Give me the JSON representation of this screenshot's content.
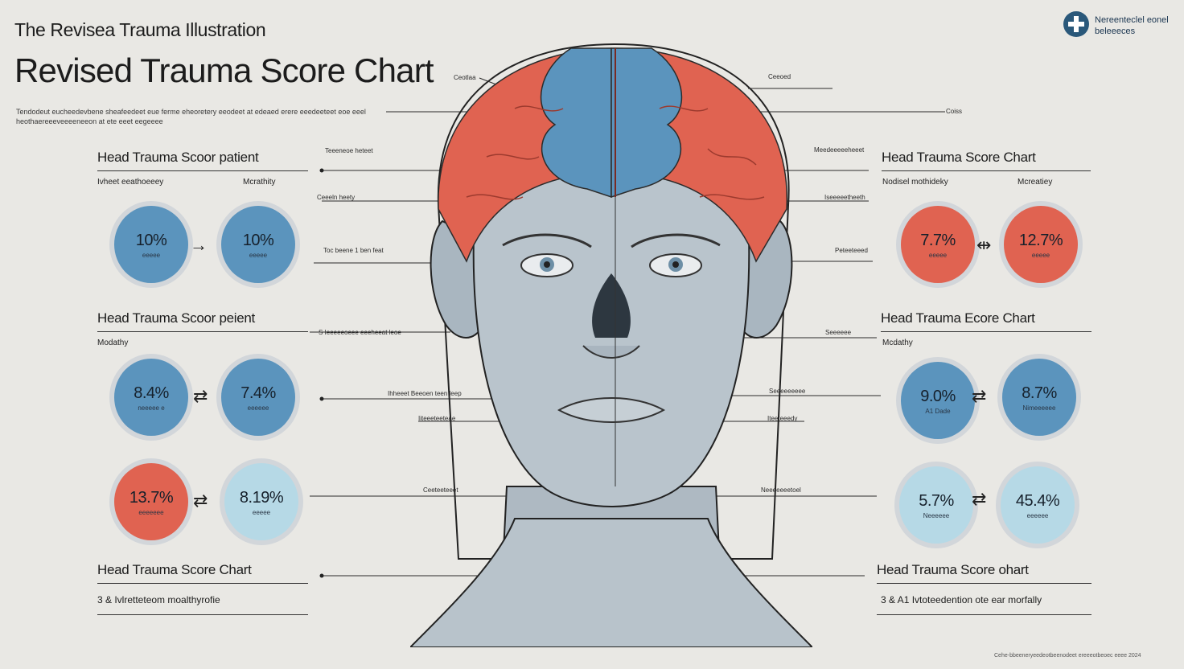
{
  "header": {
    "kicker": "The Revisea Trauma Illustration",
    "title": "Revised Trauma Score Chart",
    "intro": "Tendodeut eucheedevbene sheafeedeet eue ferme eheoretery eeodeet at edeaed erere eeedeeteet eoe eeel heothaereeeveeeeneeon at ete eeet eegeeee"
  },
  "org": {
    "name": "Nereenteclel eonel beleeeces"
  },
  "credit": "Cehe-bbeeneryeedeotbeenodeet ereeeotbeoec eeee 2024",
  "colors": {
    "blue": "#5b94bd",
    "red": "#e06351",
    "pale": "#b6d9e6",
    "skin": "#b9c4cc",
    "ink": "#1c1c1c"
  },
  "left": {
    "section1": {
      "title": "Head Trauma Scoor patient",
      "sub_left": "Ivheet eeathoeeey",
      "sub_right": "Mcrathity",
      "badges": [
        {
          "value": "10%",
          "caption": "eeeee",
          "color": "blue",
          "icon": "brain-icon"
        },
        {
          "value": "10%",
          "caption": "eeeee",
          "color": "blue",
          "icon": "brain-icon"
        }
      ],
      "arrow": "→"
    },
    "section2": {
      "title": "Head Trauma Scoor peient",
      "sub_left": "Modathy",
      "badges": [
        {
          "value": "8.4%",
          "caption": "neeeee e",
          "color": "blue",
          "icon": "brain-icon"
        },
        {
          "value": "7.4%",
          "caption": "eeeeee",
          "color": "blue",
          "icon": "brain-icon"
        }
      ],
      "arrow": "⇄"
    },
    "section3": {
      "badges": [
        {
          "value": "13.7%",
          "caption": "eeeeeee",
          "color": "red",
          "icon": "brain-icon"
        },
        {
          "value": "8.19%",
          "caption": "eeeee",
          "color": "pale",
          "icon": "brain-icon"
        }
      ],
      "arrow": "⇄"
    },
    "section4": {
      "title": "Head Trauma Score Chart",
      "note": "3 & Ivlretteteom moalthyrofie"
    }
  },
  "right": {
    "section1": {
      "title": "Head Trauma Score Chart",
      "sub_left": "Nodisel mothideky",
      "sub_right": "Mcreatiey",
      "badges": [
        {
          "value": "7.7%",
          "caption": "eeeee",
          "color": "red",
          "icon": "brain-icon"
        },
        {
          "value": "12.7%",
          "caption": "eeeee",
          "color": "red",
          "icon": "brain-icon"
        }
      ],
      "arrow": "⇹"
    },
    "section2": {
      "title": "Head Trauma Ecore Chart",
      "sub_left": "Mcdathy",
      "badges": [
        {
          "value": "9.0%",
          "caption": "A1 Dade",
          "color": "blue",
          "icon": "brain-icon"
        },
        {
          "value": "8.7%",
          "caption": "Nimeeeeee",
          "color": "blue",
          "icon": "brain-icon"
        }
      ],
      "arrow": "⇄"
    },
    "section3": {
      "badges": [
        {
          "value": "5.7%",
          "caption": "Neeeeee",
          "color": "pale",
          "icon": "brain-icon"
        },
        {
          "value": "45.4%",
          "caption": "eeeeee",
          "color": "pale",
          "icon": "brain-icon"
        }
      ],
      "arrow": "⇄"
    },
    "section4": {
      "title": "Head Trauma Score ohart",
      "note": "3 & A1 Ivtoteedention ote ear morfally"
    }
  },
  "annotations": {
    "top_left": "Ceotlaa",
    "top_right": "Ceeoed",
    "far_right": "Coiss",
    "l1": "Teeeneoe heteet",
    "l2": "Ceeeln heety",
    "l3": "Toc beene 1 ben feat",
    "l4": "S Ieeeeeoeee eeeheeat leoe",
    "l5": "Ihheeet Beeoen teen leep",
    "l6": "Iiteeeteeteae",
    "l7": "Ceeteeteeet",
    "r1": "Meedeeeeeheeet",
    "r2": "Iseeeeetheeth",
    "r3": "Peteeteeed",
    "r4": "Seeeeee",
    "r5": "Seeeeeeeee",
    "r6": "Iteeteeedy",
    "r7": "Neeeeeeetoel"
  }
}
